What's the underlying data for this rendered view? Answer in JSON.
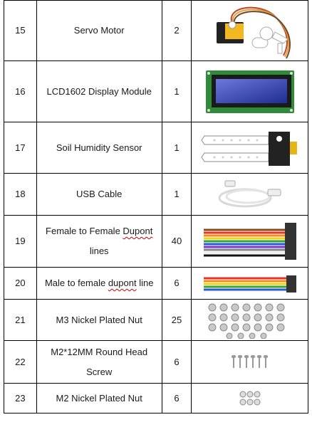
{
  "rows": [
    {
      "num": "15",
      "name": "Servo Motor",
      "qty": "2",
      "image": "servo-motor-image"
    },
    {
      "num": "16",
      "name": "LCD1602 Display Module",
      "qty": "1",
      "image": "lcd1602-module-image"
    },
    {
      "num": "17",
      "name": "Soil Humidity Sensor",
      "qty": "1",
      "image": "soil-humidity-sensor-image"
    },
    {
      "num": "18",
      "name": "USB Cable",
      "qty": "1",
      "image": "usb-cable-image"
    },
    {
      "num": "19",
      "name_a": "Female to Female ",
      "name_b": "Dupont",
      "name_c": "lines",
      "qty": "40",
      "image": "dupont-ribbon-image"
    },
    {
      "num": "20",
      "name_a": "Male to female ",
      "name_b": "dupont",
      "name_c": " line",
      "qty": "6",
      "image": "dupont-wires-image"
    },
    {
      "num": "21",
      "name": "M3 Nickel Plated Nut",
      "qty": "25",
      "image": "m3-nuts-image"
    },
    {
      "num": "22",
      "name_a": "M2*12MM Round Head",
      "name_c": "Screw",
      "qty": "6",
      "image": "m2-screws-image"
    },
    {
      "num": "23",
      "name": "M2 Nickel Plated Nut",
      "qty": "6",
      "image": "m2-nuts-image"
    }
  ]
}
